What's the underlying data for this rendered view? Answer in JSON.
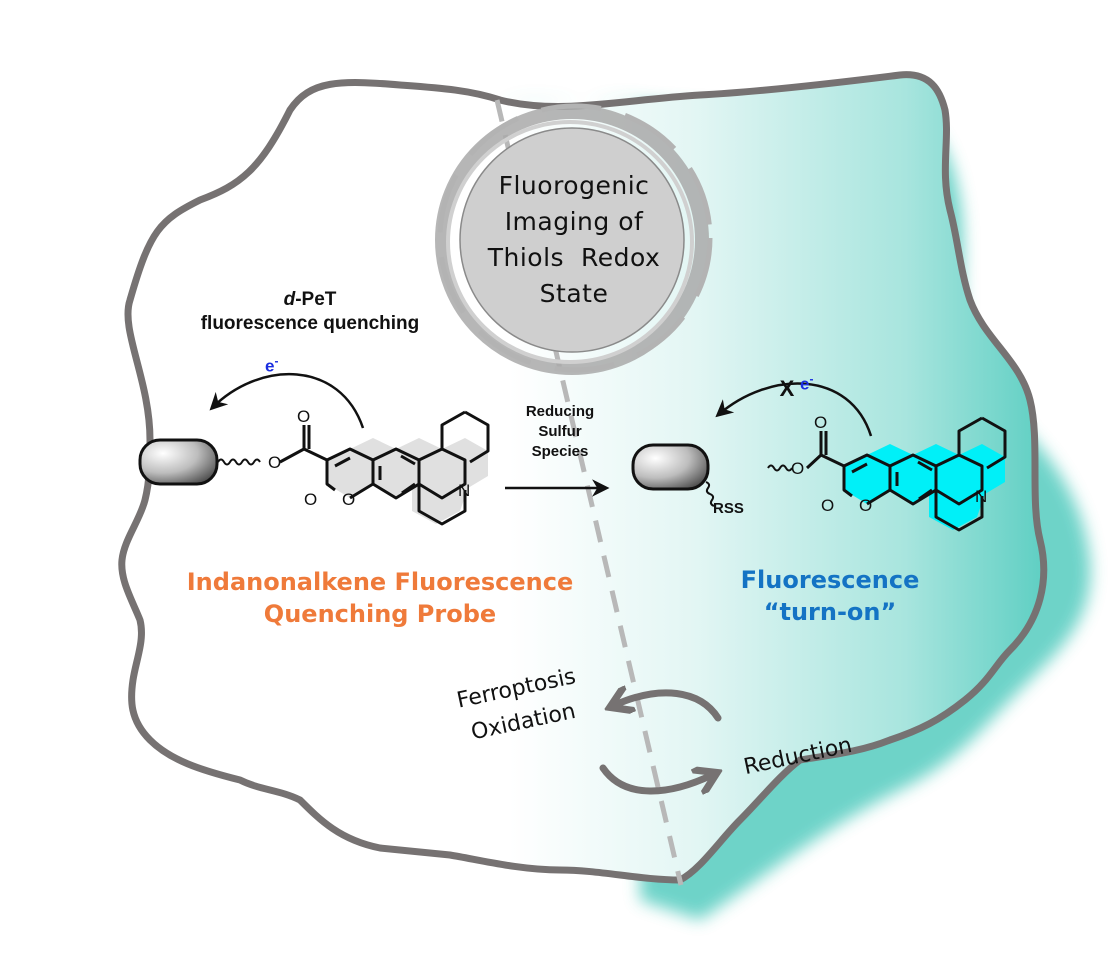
{
  "title": {
    "lines": [
      "Fluorogenic",
      "Imaging of",
      "Thiols  Redox",
      "State"
    ]
  },
  "mechanism": {
    "pet_prefix": "d",
    "pet_suffix": "-PeT",
    "pet_caption": "fluorescence quenching",
    "electron_left": "e",
    "electron_right": "e",
    "electron_charge": "-",
    "blocked_mark": "X"
  },
  "reaction": {
    "reagent_lines": [
      "Reducing",
      "Sulfur",
      "Species"
    ],
    "released_group": "RSS"
  },
  "probe": {
    "label_line1": "Indanonalkene Fluorescence",
    "label_line2": "Quenching Probe"
  },
  "product": {
    "label_line1": "Fluorescence",
    "label_line2": "“turn-on”"
  },
  "cycle": {
    "oxidation_line1": "Ferroptosis",
    "oxidation_line2": "Oxidation",
    "reduction": "Reduction"
  },
  "atoms": {
    "oxygen": "O",
    "nitrogen": "N"
  },
  "colors": {
    "cell_outline": "#767272",
    "teal": "#5fcfc3",
    "quenched_core": "#e0e0e0",
    "fluorescent_core": "#00f0f8",
    "probe_label": "#ef7a3a",
    "turnon_label": "#1473c4",
    "electron": "#1a2ee0"
  }
}
